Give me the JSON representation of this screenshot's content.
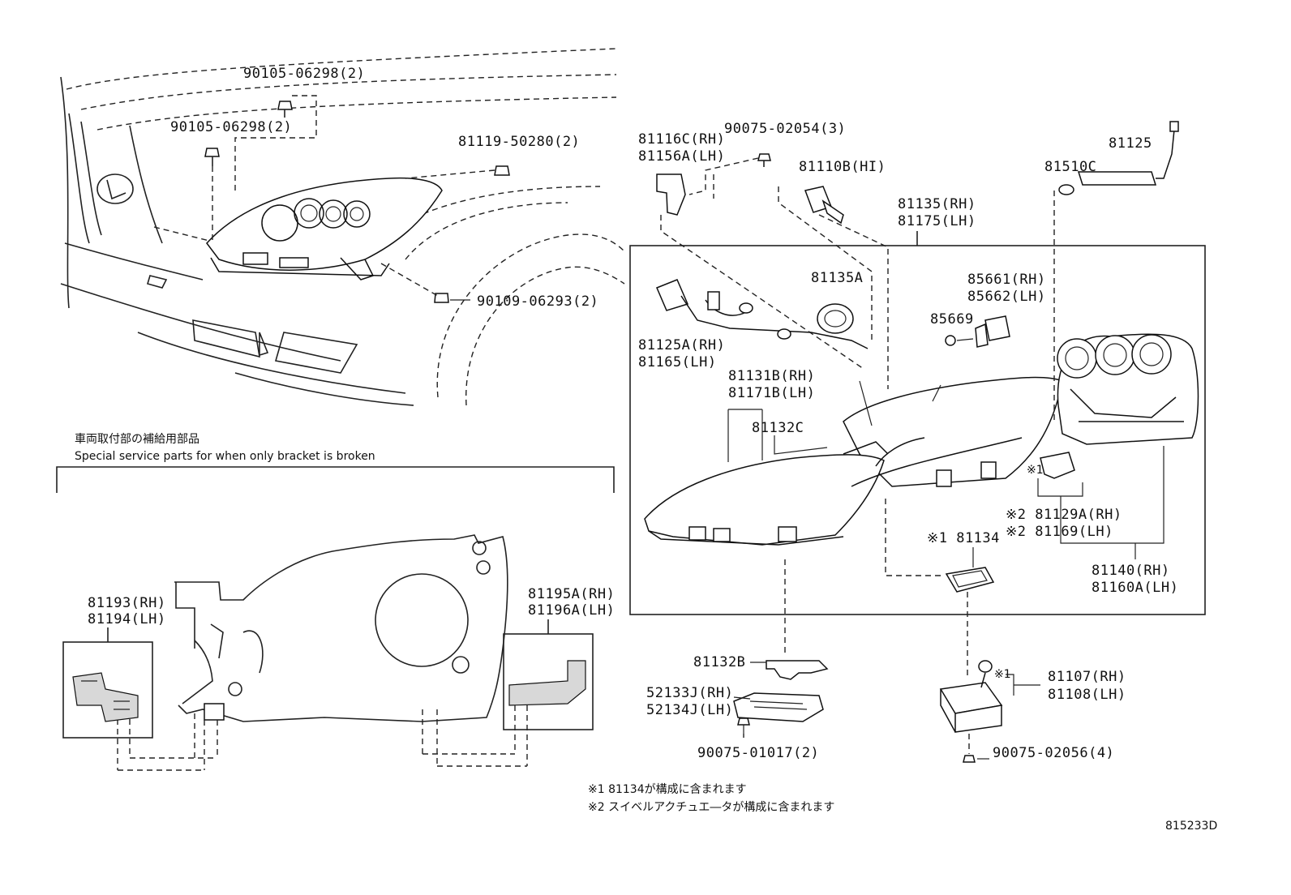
{
  "labels": {
    "p90105_06298_top": "90105-06298(2)",
    "p90105_06298_left": "90105-06298(2)",
    "p81119_50280": "81119-50280(2)",
    "p90109_06293": "90109-06293(2)",
    "p81116c": "81116C(RH)",
    "p81156a": "81156A(LH)",
    "p90075_02054": "90075-02054(3)",
    "p81110b": "81110B(HI)",
    "p81125": "81125",
    "p81510c": "81510C",
    "p81135": "81135(RH)",
    "p81175": "81175(LH)",
    "p81135a": "81135A",
    "p85661": "85661(RH)",
    "p85662": "85662(LH)",
    "p85669": "85669",
    "p81125a": "81125A(RH)",
    "p81165": "81165(LH)",
    "p81131b": "81131B(RH)",
    "p81171b": "81171B(LH)",
    "p81132c": "81132C",
    "mark1_a": "※1",
    "p81129a": "※2 81129A(RH)",
    "p81169": "※2 81169(LH)",
    "p81134": "※1 81134",
    "p81140": "81140(RH)",
    "p81160a": "81160A(LH)",
    "p81193": "81193(RH)",
    "p81194": "81194(LH)",
    "p81195a": "81195A(RH)",
    "p81196a": "81196A(LH)",
    "p81132b": "81132B",
    "p52133j": "52133J(RH)",
    "p52134j": "52134J(LH)",
    "p90075_01017": "90075-01017(2)",
    "mark1_b": "※1",
    "p81107": "81107(RH)",
    "p81108": "81108(LH)",
    "p90075_02056": "90075-02056(4)"
  },
  "service_note": {
    "jp": "車両取付部の補給用部品",
    "en": "Special service parts for when only bracket is broken"
  },
  "footnotes": {
    "n1": "※1 81134が構成に含まれます",
    "n2": "※2 スイベルアクチュエ―タが構成に含まれます"
  },
  "diagram_id": "815233D"
}
